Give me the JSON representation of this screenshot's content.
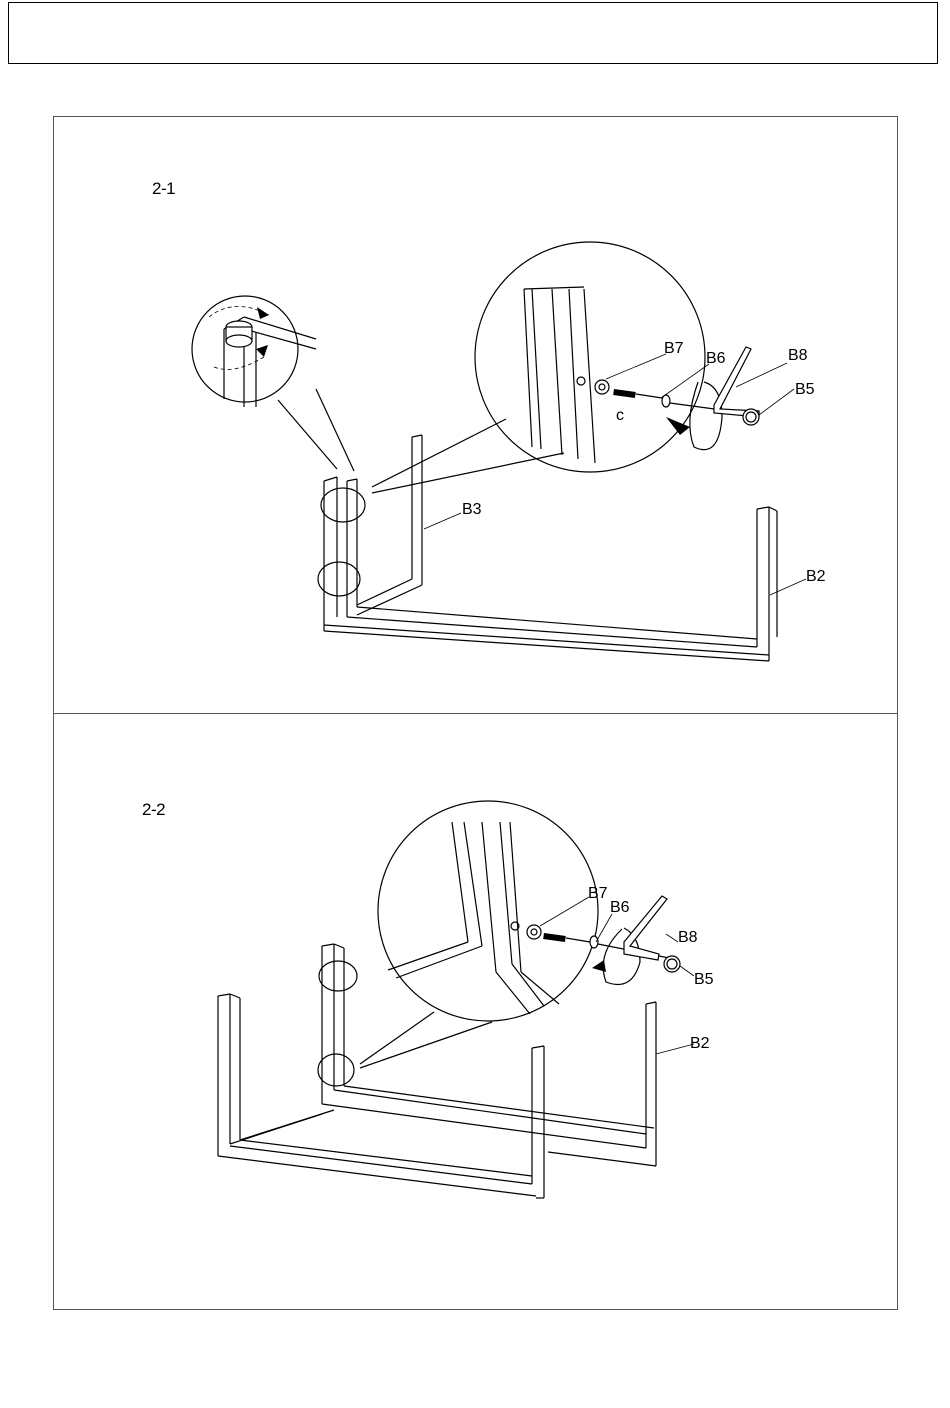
{
  "header": {
    "text": ""
  },
  "panel1": {
    "step": "2-1",
    "labels": {
      "b7": "B7",
      "b6": "B6",
      "b8": "B8",
      "b5": "B5",
      "b3": "B3",
      "b2": "B2"
    }
  },
  "panel2": {
    "step": "2-2",
    "labels": {
      "b7": "B7",
      "b6": "B6",
      "b8": "B8",
      "b5": "B5",
      "b2": "B2"
    }
  }
}
